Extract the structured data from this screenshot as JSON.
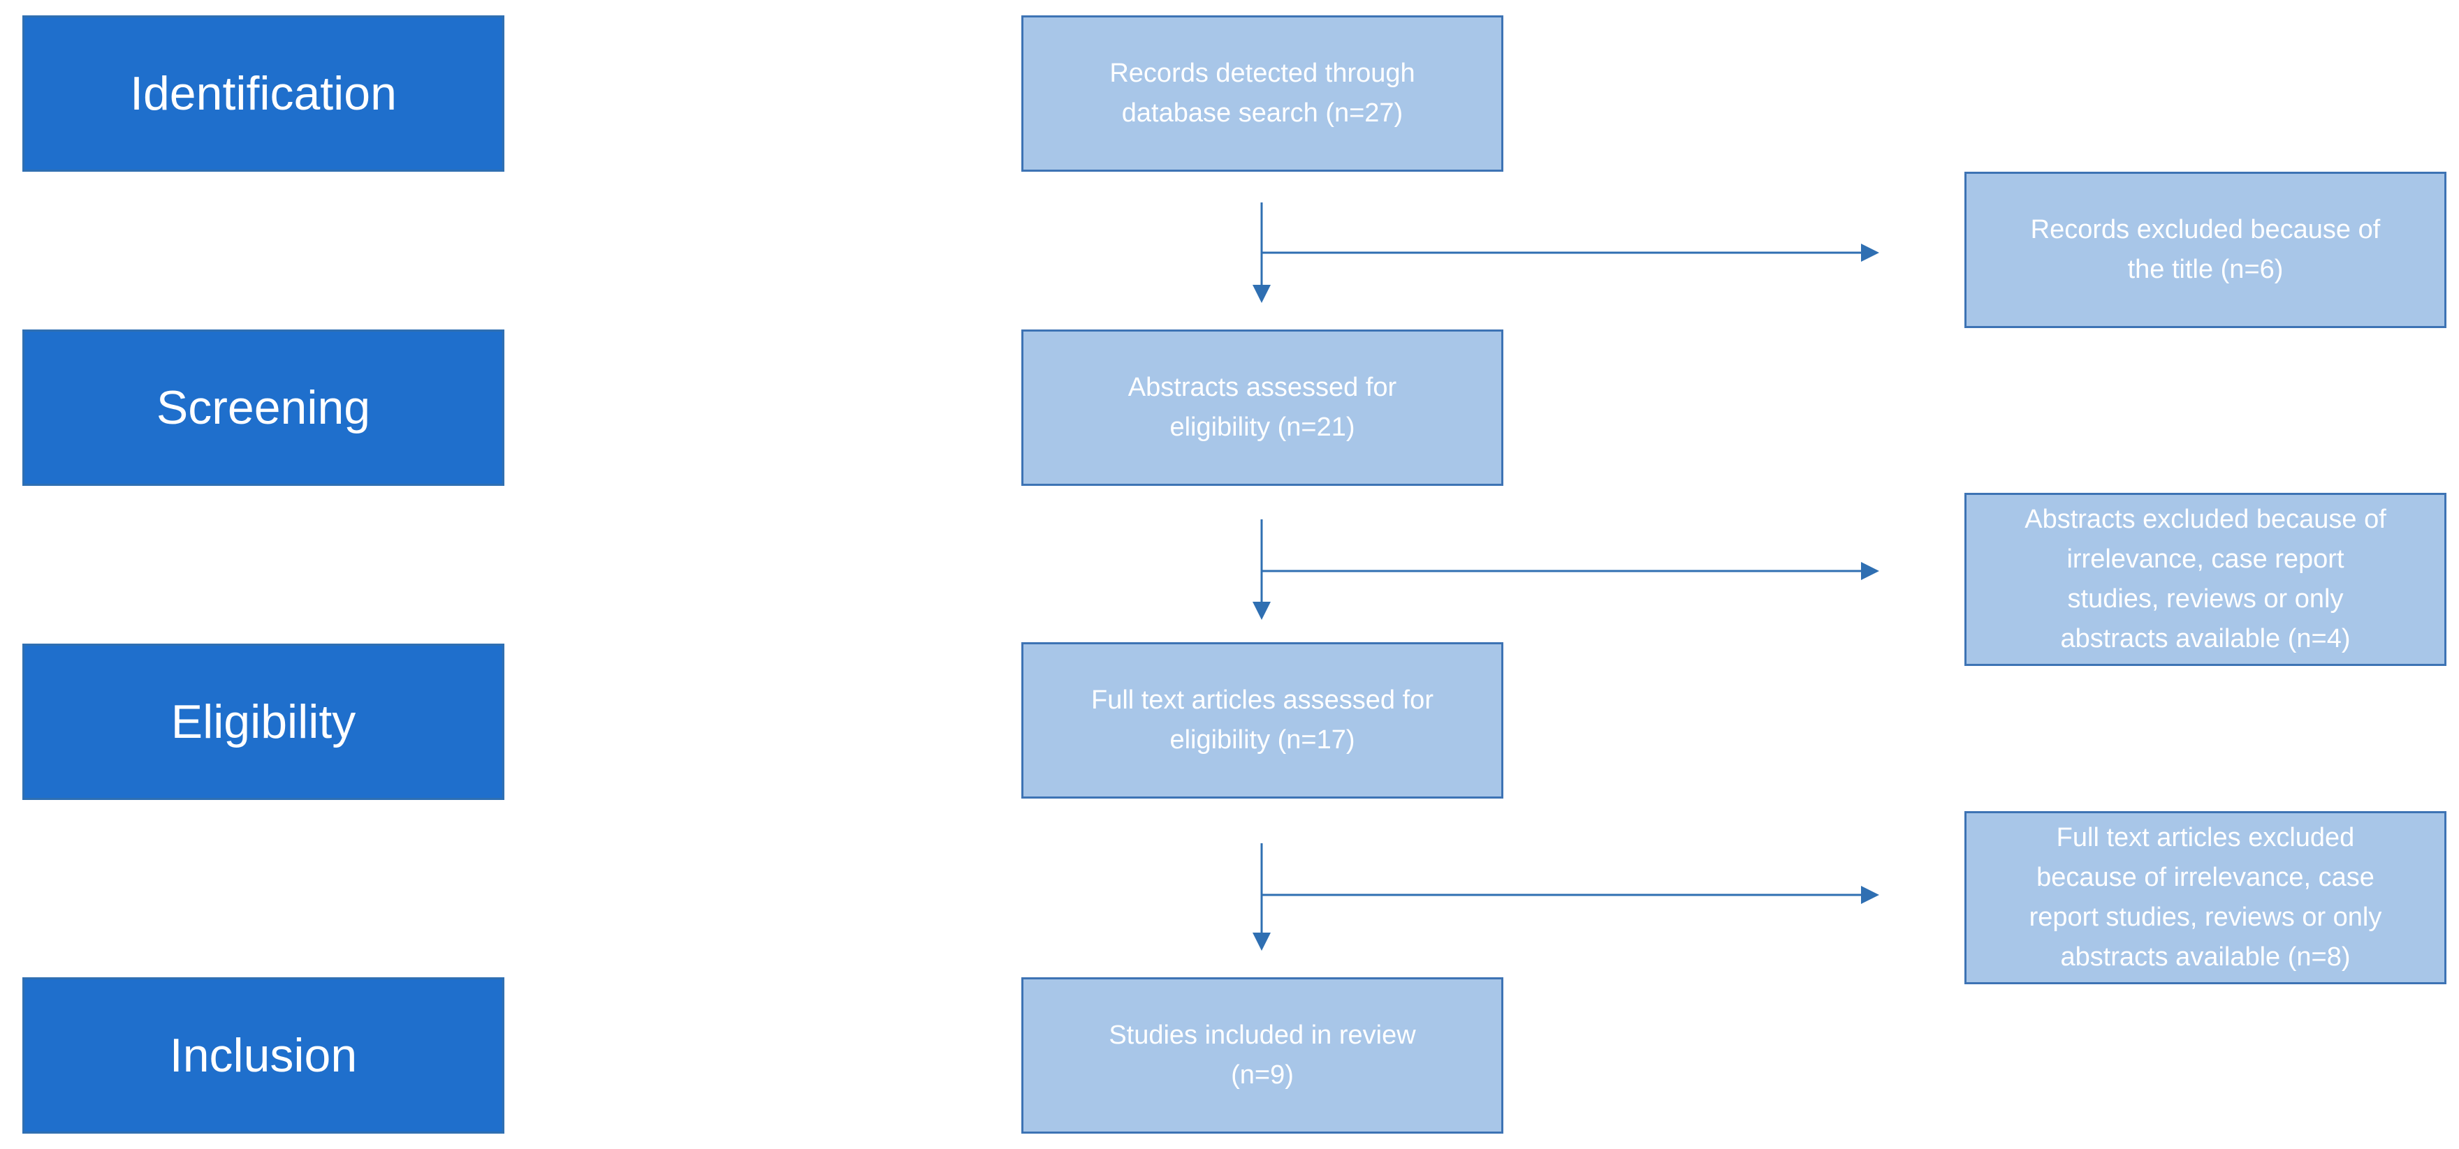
{
  "stages": [
    {
      "label": "Identification"
    },
    {
      "label": "Screening"
    },
    {
      "label": "Eligibility"
    },
    {
      "label": "Inclusion"
    }
  ],
  "flow": [
    {
      "text": "Records detected through\ndatabase search (n=27)"
    },
    {
      "text": "Abstracts assessed for\neligibility (n=21)"
    },
    {
      "text": "Full text articles assessed for\neligibility (n=17)"
    },
    {
      "text": "Studies included in review\n(n=9)"
    }
  ],
  "exclusions": [
    {
      "text": "Records excluded because of\nthe title (n=6)"
    },
    {
      "text": "Abstracts excluded because of\nirrelevance, case report\nstudies, reviews or only\nabstracts available (n=4)"
    },
    {
      "text": "Full text articles excluded\nbecause of irrelevance, case\nreport studies, reviews or only\nabstracts available (n=8)"
    }
  ],
  "colors": {
    "stage_fill": "#1f6fcc",
    "box_fill": "#a8c6e8",
    "border": "#3d73b4",
    "connector": "#2f6fb2",
    "text": "#ffffff"
  }
}
